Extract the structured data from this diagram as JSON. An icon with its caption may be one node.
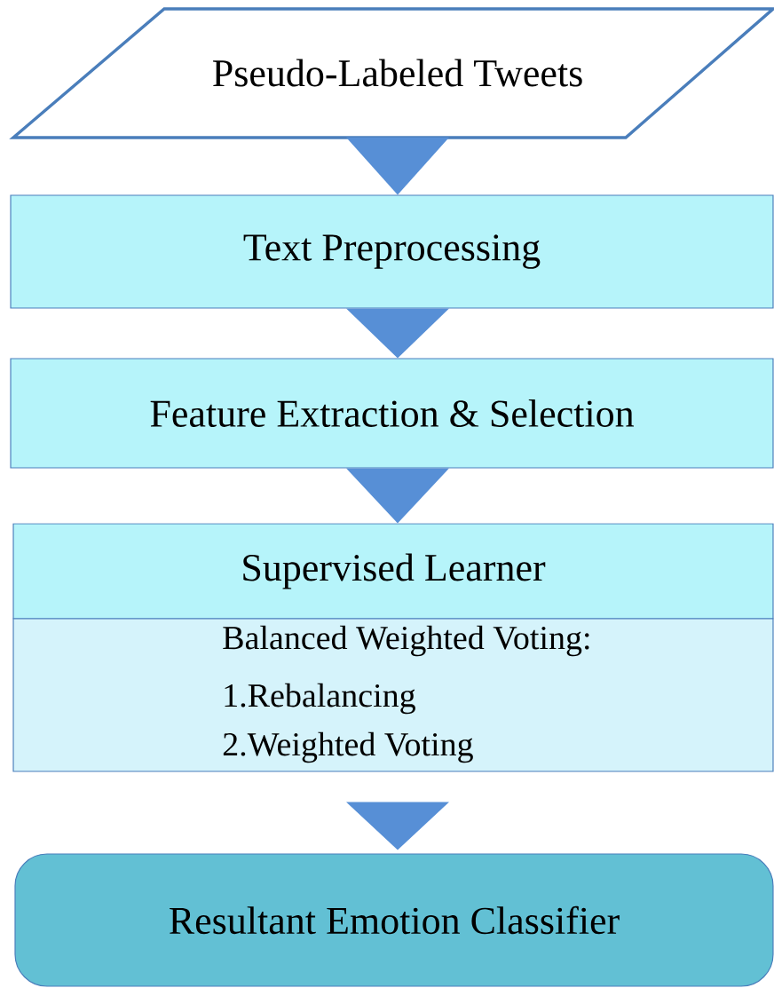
{
  "diagram": {
    "nodes": [
      {
        "text": [
          "Pseudo-Labeled Tweets"
        ]
      },
      {
        "text": [
          "Text Preprocessing"
        ]
      },
      {
        "text": [
          "Feature Extraction & Selection"
        ]
      },
      {
        "text": [
          "Supervised Learner"
        ]
      },
      {
        "text": [
          "Balanced Weighted Voting:",
          "1.Rebalancing",
          "2.Weighted Voting"
        ]
      },
      {
        "text": [
          "Resultant Emotion Classifier"
        ]
      }
    ],
    "edges": [
      {
        "from": 0,
        "to": 1,
        "arrow": "to"
      },
      {
        "from": 1,
        "to": 2,
        "arrow": "to"
      },
      {
        "from": 2,
        "to": 3,
        "arrow": "to"
      },
      {
        "from": 4,
        "to": 5,
        "arrow": "to"
      }
    ]
  }
}
